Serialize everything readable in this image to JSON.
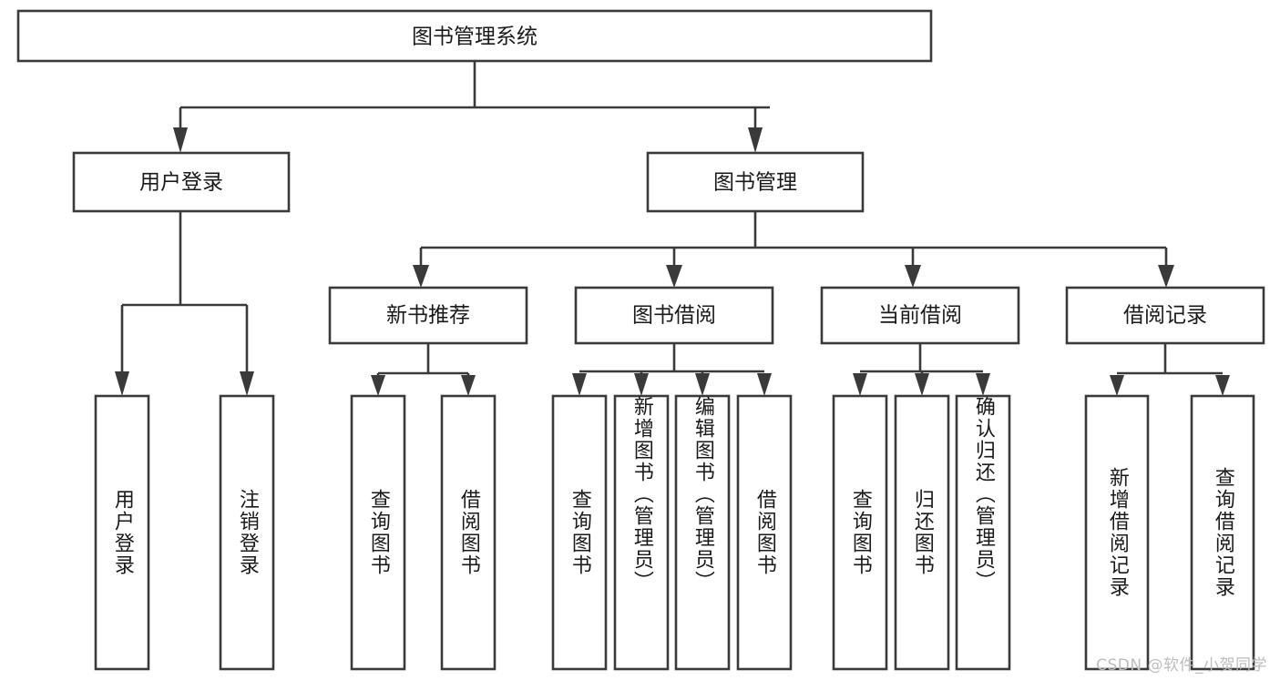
{
  "diagram": {
    "type": "tree-hierarchy",
    "title": "图书管理系统",
    "orientation": "top-down",
    "colors": {
      "background": "#ffffff",
      "box_fill": "#ffffff",
      "box_stroke": "#3a3a3a",
      "connector": "#3a3a3a",
      "label_text": "#1a1a1a",
      "watermark_text": "#bdbdbd"
    },
    "root": {
      "label": "图书管理系统"
    },
    "level1": [
      {
        "label": "用户登录"
      },
      {
        "label": "图书管理"
      }
    ],
    "level2": [
      {
        "label": "新书推荐"
      },
      {
        "label": "图书借阅"
      },
      {
        "label": "当前借阅"
      },
      {
        "label": "借阅记录"
      }
    ],
    "leaves": {
      "user_login": [
        {
          "label": "用户登录"
        },
        {
          "label": "注销登录"
        }
      ],
      "new_book_recommend": [
        {
          "label": "查询图书"
        },
        {
          "label": "借阅图书"
        }
      ],
      "book_borrow": [
        {
          "label": "查询图书"
        },
        {
          "label": "新增图书（管理员）"
        },
        {
          "label": "编辑图书（管理员）"
        },
        {
          "label": "借阅图书"
        }
      ],
      "current_borrow": [
        {
          "label": "查询图书"
        },
        {
          "label": "归还图书"
        },
        {
          "label": "确认归还（管理员）"
        }
      ],
      "borrow_record": [
        {
          "label": "新增借阅记录"
        },
        {
          "label": "查询借阅记录"
        }
      ]
    },
    "watermark": "CSDN @软件_小贺同学"
  }
}
